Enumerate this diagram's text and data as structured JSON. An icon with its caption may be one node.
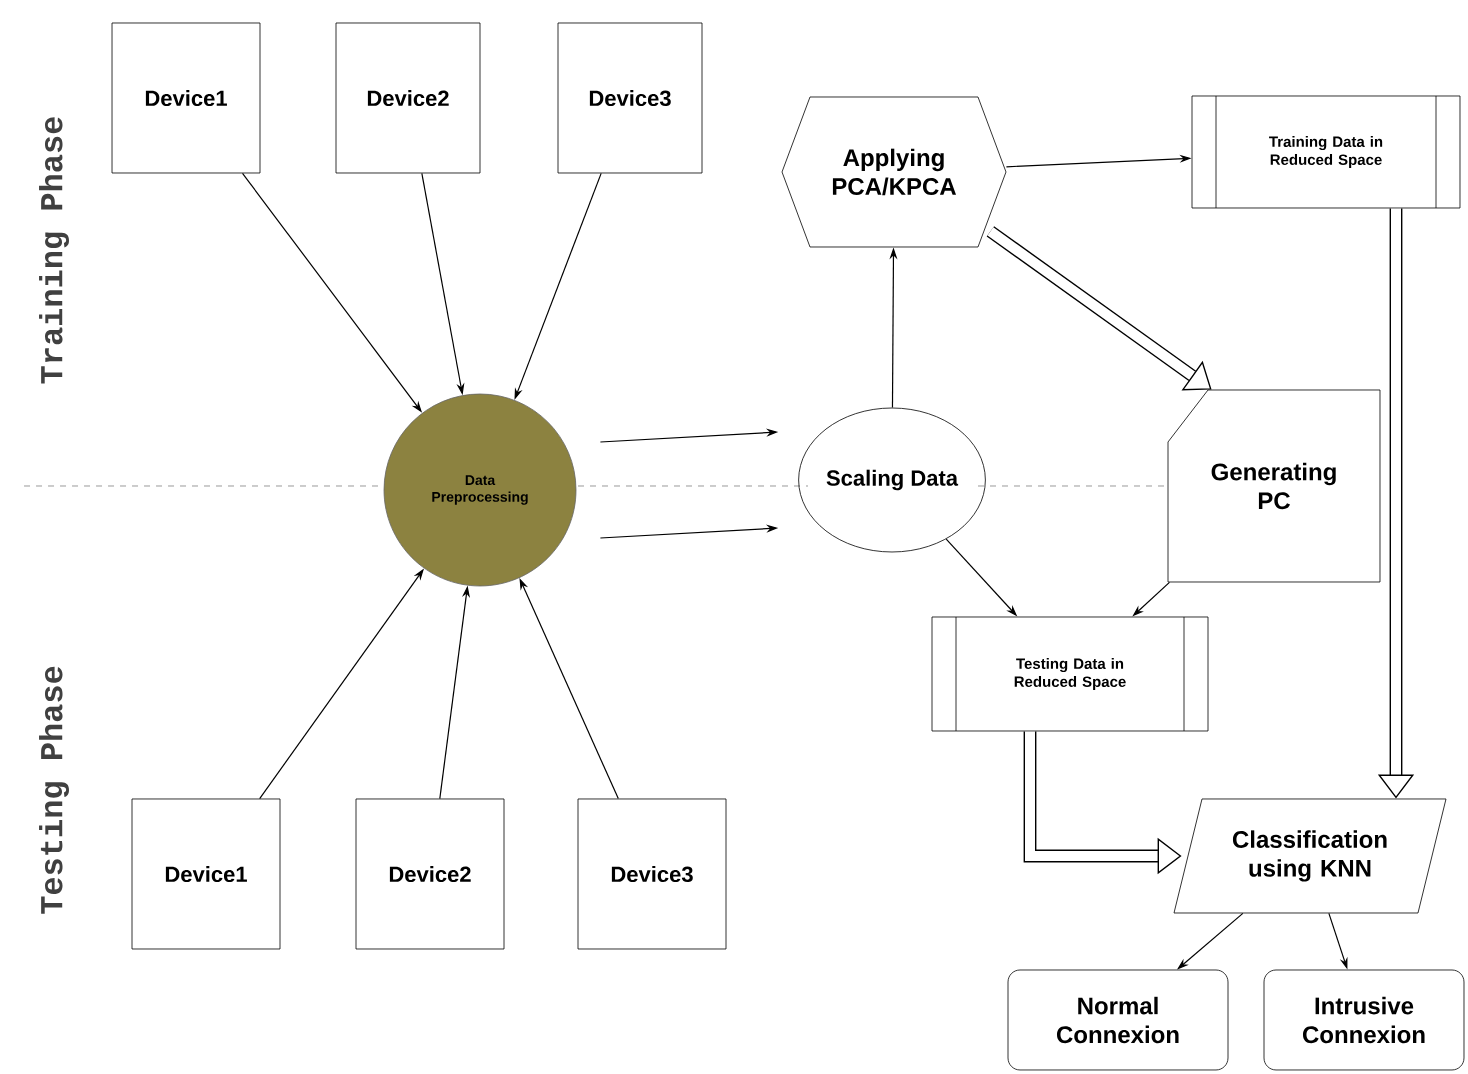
{
  "diagram": {
    "nodes": [
      {
        "text": [
          "Device1"
        ]
      },
      {
        "text": [
          "Device2"
        ]
      },
      {
        "text": [
          "Device3"
        ]
      },
      {
        "text": [
          "Data Preprocessing"
        ]
      },
      {
        "text": [
          "Scaling Data"
        ]
      },
      {
        "text": [
          "Applying PCA/KPCA"
        ]
      },
      {
        "text": [
          "Training Data in Reduced Space"
        ]
      },
      {
        "text": [
          "Generating PC"
        ]
      },
      {
        "text": [
          "Testing Data in Reduced Space"
        ]
      },
      {
        "text": [
          "Classification using KNN"
        ]
      },
      {
        "text": [
          "Normal Connexion"
        ]
      },
      {
        "text": [
          "Intrusive Connexion"
        ]
      },
      {
        "text": [
          "Device1"
        ]
      },
      {
        "text": [
          "Device2"
        ]
      },
      {
        "text": [
          "Device3"
        ]
      }
    ],
    "edges": [
      {
        "from": 0,
        "to": 3,
        "arrow": "to"
      },
      {
        "from": 1,
        "to": 3,
        "arrow": "to"
      },
      {
        "from": 2,
        "to": 3,
        "arrow": "to"
      },
      {
        "from": 12,
        "to": 3,
        "arrow": "to"
      },
      {
        "from": 13,
        "to": 3,
        "arrow": "to"
      },
      {
        "from": 14,
        "to": 3,
        "arrow": "to"
      },
      {
        "from": 3,
        "to": 4,
        "arrow": "to"
      },
      {
        "from": 3,
        "to": 4,
        "arrow": "to"
      },
      {
        "from": 4,
        "to": 5,
        "arrow": "to"
      },
      {
        "from": 5,
        "to": 6,
        "arrow": "to"
      },
      {
        "from": 5,
        "to": 7,
        "arrow": "to",
        "style": "thick"
      },
      {
        "from": 4,
        "to": 8,
        "arrow": "to"
      },
      {
        "from": 7,
        "to": 8,
        "arrow": "to"
      },
      {
        "from": 6,
        "to": 9,
        "arrow": "to",
        "style": "thick"
      },
      {
        "from": 8,
        "to": 9,
        "arrow": "to",
        "style": "thick"
      },
      {
        "from": 9,
        "to": 10,
        "arrow": "to"
      },
      {
        "from": 9,
        "to": 11,
        "arrow": "to"
      }
    ],
    "labels": [
      "Training Phase",
      "Testing Phase"
    ]
  }
}
